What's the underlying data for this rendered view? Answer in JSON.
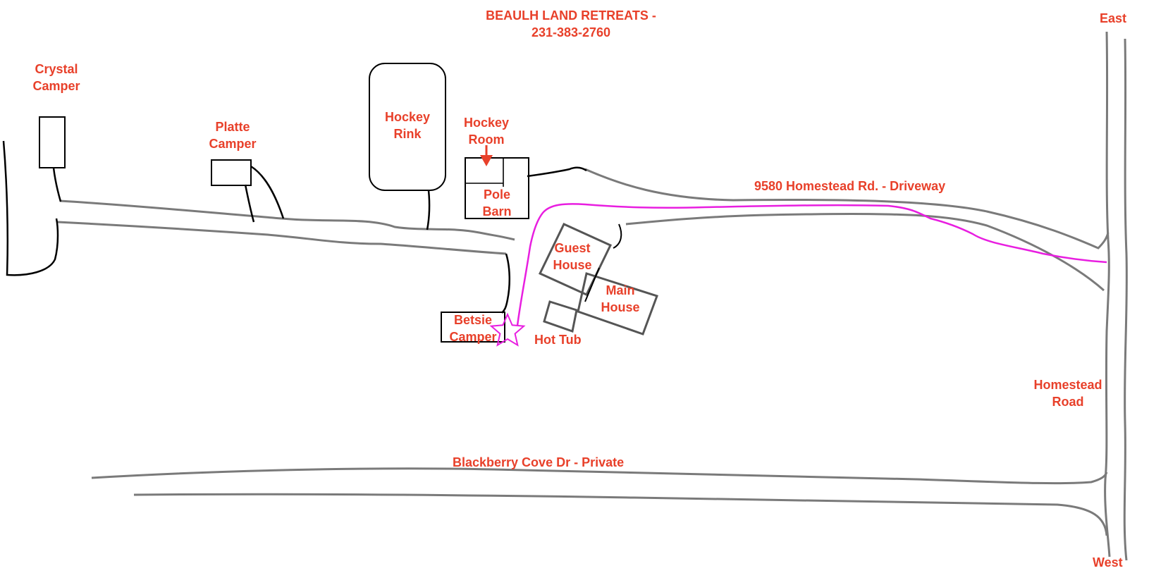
{
  "colors": {
    "label": "#e8402a",
    "route": "#e81ee0",
    "road": "#7a7a7a",
    "building": "#000000",
    "marker": "#e81ee0",
    "arrow": "#e8402a"
  },
  "header": {
    "line1": "BEAULH LAND RETREATS -",
    "line2": "231-383-2760"
  },
  "compass": {
    "east": "East",
    "west": "West"
  },
  "places": {
    "crystal_camper": [
      "Crystal",
      "Camper"
    ],
    "platte_camper": [
      "Platte",
      "Camper"
    ],
    "hockey_rink": [
      "Hockey",
      "Rink"
    ],
    "hockey_room": [
      "Hockey",
      "Room"
    ],
    "pole_barn": [
      "Pole",
      "Barn"
    ],
    "guest_house": [
      "Guest",
      "House"
    ],
    "main_house": [
      "Main",
      "House"
    ],
    "hot_tub": "Hot Tub",
    "betsie_camper": [
      "Betsie",
      "Camper"
    ]
  },
  "roads": {
    "driveway": "9580 Homestead Rd. - Driveway",
    "homestead_road": [
      "Homestead",
      "Road"
    ],
    "blackberry": "Blackberry Cove Dr - Private"
  },
  "marker": {
    "icon": "star-icon",
    "meaning": "destination"
  }
}
